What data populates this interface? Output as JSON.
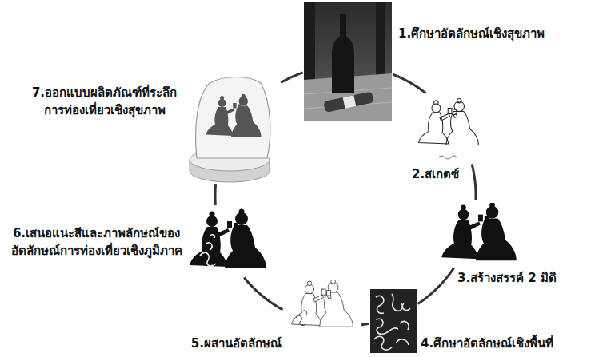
{
  "diagram": {
    "nodes": [
      {
        "text": [
          "1.ศึกษาอัตลักษณ์เชิงสุขภาพ"
        ]
      },
      {
        "text": [
          "2.สเกตซ์"
        ]
      },
      {
        "text": [
          "3.สร้างสรรค์ 2 มิติ"
        ]
      },
      {
        "text": [
          "4.ศึกษาอัตลักษณ์เชิงพื้นที่"
        ]
      },
      {
        "text": [
          "5.ผสานอัตลักษณ์"
        ]
      },
      {
        "text": [
          "6.เสนอแนะสีและภาพลักษณ์ของ อัตลักษณ์การท่องเที่ยวเชิงภูมิภาค"
        ]
      },
      {
        "text": [
          "7.ออกแบบผลิตภัณฑ์ที่ระลึก การท่องเที่ยวเชิงสุขภาพ"
        ]
      }
    ],
    "edges": [
      {
        "from": 0,
        "to": 1,
        "arrow": "none"
      },
      {
        "from": 1,
        "to": 2,
        "arrow": "none"
      },
      {
        "from": 2,
        "to": 3,
        "arrow": "none"
      },
      {
        "from": 3,
        "to": 4,
        "arrow": "none"
      },
      {
        "from": 4,
        "to": 5,
        "arrow": "none"
      },
      {
        "from": 5,
        "to": 6,
        "arrow": "none"
      },
      {
        "from": 6,
        "to": 0,
        "arrow": "none"
      }
    ]
  }
}
